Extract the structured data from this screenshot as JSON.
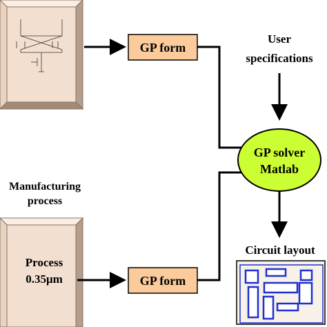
{
  "diagram": {
    "gp_form_top": "GP form",
    "gp_form_bottom": "GP form",
    "user_spec_line1": "User",
    "user_spec_line2": "specifications",
    "solver_line1": "GP solver",
    "solver_line2": "Matlab",
    "manufacturing_line1": "Manufacturing",
    "manufacturing_line2": "process",
    "process_line1": "Process",
    "process_line2": "0.35μm",
    "circuit_layout": "Circuit layout"
  },
  "colors": {
    "gp_form_fill": "#fbcb9b",
    "solver_fill": "#ccff33",
    "panel_fill": "#f3dfcf",
    "panel_bevel_light": "#faeee4",
    "panel_bevel_dark": "#b59d8a",
    "layout_block_stroke": "#1f2fd0",
    "line": "#000000"
  }
}
